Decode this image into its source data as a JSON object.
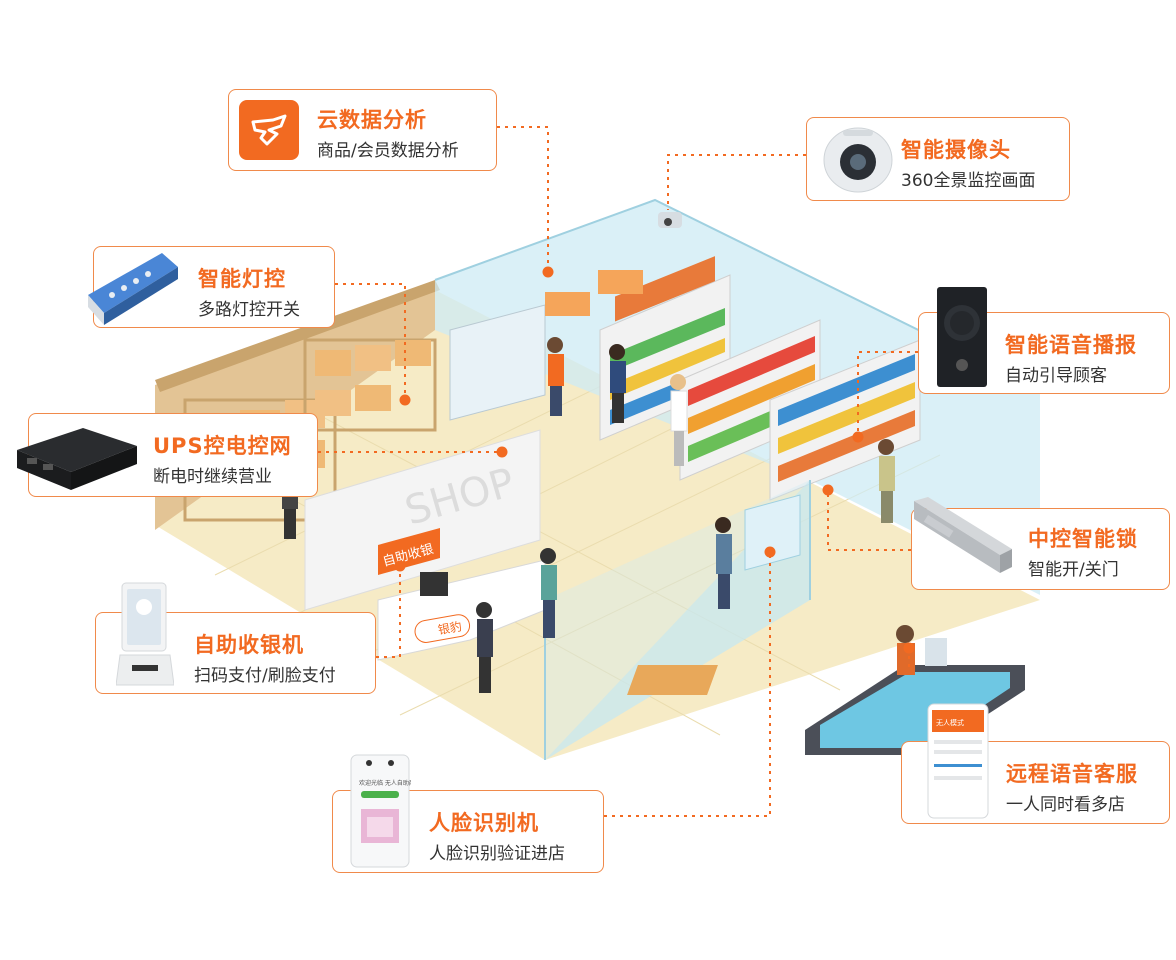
{
  "features": {
    "cloud_data": {
      "title": "云数据分析",
      "sub": "商品/会员数据分析"
    },
    "smart_camera": {
      "title": "智能摄像头",
      "sub": "360全景监控画面"
    },
    "light_control": {
      "title": "智能灯控",
      "sub": "多路灯控开关"
    },
    "voice_broadcast": {
      "title": "智能语音播报",
      "sub": "自动引导顾客"
    },
    "ups": {
      "title": "UPS控电控网",
      "sub": "断电时继续营业"
    },
    "smart_lock": {
      "title": "中控智能锁",
      "sub": "智能开/关门"
    },
    "self_checkout": {
      "title": "自助收银机",
      "sub": "扫码支付/刷脸支付"
    },
    "remote_service": {
      "title": "远程语音客服",
      "sub": "一人同时看多店"
    },
    "face_recognition": {
      "title": "人脸识别机",
      "sub": "人脸识别验证进店"
    }
  },
  "store": {
    "shop_sign": "SHOP",
    "checkout_sign": "自助收银",
    "counter_logo": "银豹"
  },
  "phone_screen": {
    "header": "无人模式"
  },
  "face_device": {
    "welcome": "欢迎光临 无人自助商店"
  },
  "colors": {
    "accent": "#f26a21",
    "border": "#f08a4b",
    "glass": "#bfe6f2",
    "wall": "#e6c79a",
    "floor": "#f7ecc8"
  },
  "icons": [
    "cloud-logo-icon",
    "dome-camera-icon",
    "relay-module-icon",
    "speaker-icon",
    "ups-box-icon",
    "magnetic-lock-icon",
    "self-checkout-kiosk-icon",
    "phone-service-icon",
    "face-terminal-icon"
  ]
}
